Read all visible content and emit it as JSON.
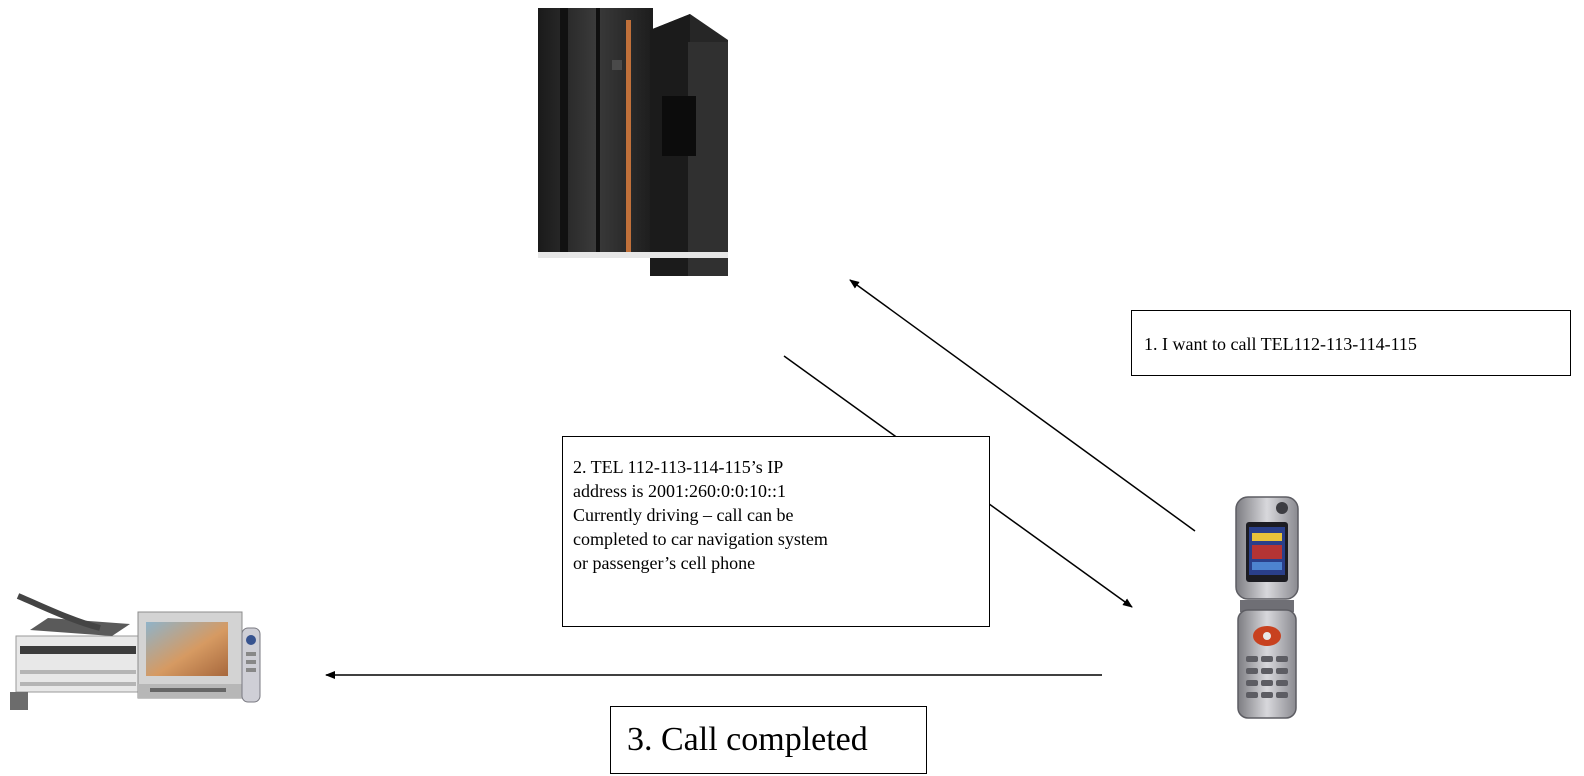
{
  "diagram": {
    "nodes": [
      {
        "id": "server",
        "icon": "mainframe-server-icon"
      },
      {
        "id": "cell_phone",
        "icon": "flip-cell-phone-icon"
      },
      {
        "id": "car_navigation",
        "icon": "car-navigation-system-icon"
      }
    ],
    "steps": [
      {
        "text": "1. I want to call TEL112-113-114-115"
      },
      {
        "lines": [
          "2. TEL 112-113-114-115’s  IP",
          "address is 2001:260:0:0:10::1",
          "Currently driving – call can be",
          "completed  to car navigation system",
          "or passenger’s cell phone"
        ]
      },
      {
        "text": "3. Call completed"
      }
    ],
    "edges": [
      {
        "from": "cell_phone",
        "to": "server",
        "step": 1
      },
      {
        "from": "server",
        "to": "cell_phone",
        "step": 2
      },
      {
        "from": "cell_phone",
        "to": "car_navigation",
        "step": 3
      }
    ],
    "colors": {
      "line": "#000000",
      "background": "#ffffff",
      "server_body": "#2b2b2b",
      "server_accent": "#c0703a",
      "phone_body": "#a9a9ae",
      "phone_key": "#c8411f",
      "nav_screen": "#c98a55",
      "nav_body": "#d9d9d9"
    }
  }
}
